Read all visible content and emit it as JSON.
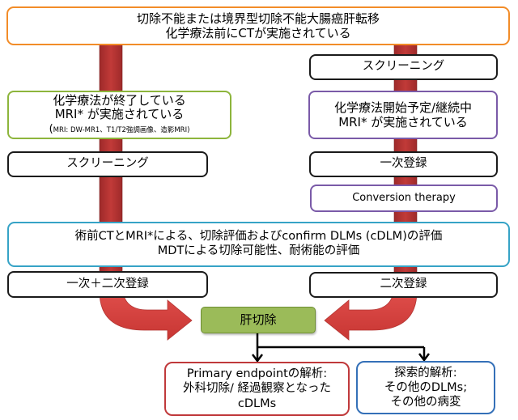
{
  "title_box": {
    "line1": "切除不能または境界型切除不能大腸癌肝転移",
    "line2": "化学療法前にCTが実施されている"
  },
  "left_path": {
    "condition_box": {
      "line1": "化学療法が終了している",
      "line2": "MRI* が実施されている",
      "note_open": "(",
      "note": "MRI: DW-MR1、T1/T2強調画像、造影MRI)"
    },
    "screening": "スクリーニング",
    "registration": "一次＋二次登録"
  },
  "right_path": {
    "screening": "スクリーニング",
    "condition_box": {
      "line1": "化学療法開始予定/継続中",
      "line2": "MRI* が実施されている"
    },
    "primary_registration": "一次登録",
    "conversion": "Conversion therapy",
    "secondary_registration": "二次登録"
  },
  "evaluation_box": {
    "line1": "術前CTとMRI*による、切除評価およびconfirm DLMs (cDLM)の評価",
    "line2": "MDTによる切除可能性、耐術能の評価"
  },
  "resection": "肝切除",
  "outcomes": {
    "primary": {
      "line1": "Primary endpointの解析:",
      "line2": "外科切除/ 経過観察となった",
      "line3": "cDLMs"
    },
    "exploratory": {
      "line1": "探索的解析:",
      "line2": "その他のDLMs;",
      "line3": "その他の病変"
    }
  },
  "colors": {
    "arrow_red": "#d94341",
    "arrow_dark_red": "#b03030",
    "title_border": "#f28c28",
    "left_condition_border": "#8db53c",
    "right_condition_border": "#7a5aa8",
    "evaluation_border": "#36a3c6",
    "resection_fill": "#9bbb59",
    "primary_border": "#c0393b",
    "exploratory_border": "#3470b8"
  }
}
